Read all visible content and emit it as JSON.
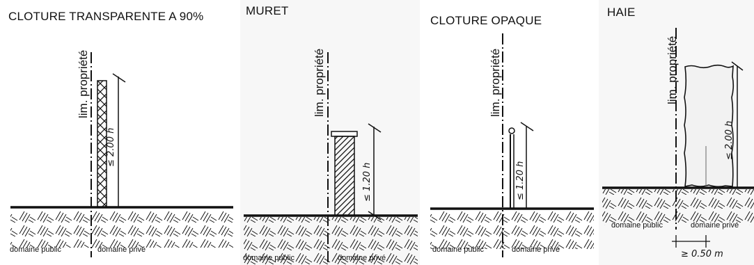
{
  "panels": [
    {
      "title": "CLOTURE TRANSPARENTE A 90%",
      "boundary_label": "lim. propriété",
      "height_label": "≤ 2.00 h",
      "left_label": "domaine public",
      "right_label": "domaine privé"
    },
    {
      "title": "MURET",
      "boundary_label": "lim. propriété",
      "height_label": "≤ 1.20 h",
      "left_label": "domaine public",
      "right_label": "domaine privé"
    },
    {
      "title": "CLOTURE OPAQUE",
      "boundary_label": "lim. propriété",
      "height_label": "≤ 1.20 h",
      "left_label": "domaine public",
      "right_label": "domaine privé"
    },
    {
      "title": "HAIE",
      "boundary_label": "lim. propriété",
      "height_label": "≤ 2.00 h",
      "left_label": "domaine public",
      "right_label": "domaine privé",
      "offset_label": "≥ 0.50 m"
    }
  ],
  "colors": {
    "panel_a": "#ffffff",
    "panel_b": "#f7f7f7",
    "ink": "#111111",
    "hedge_fill": "#f2f2f2"
  }
}
